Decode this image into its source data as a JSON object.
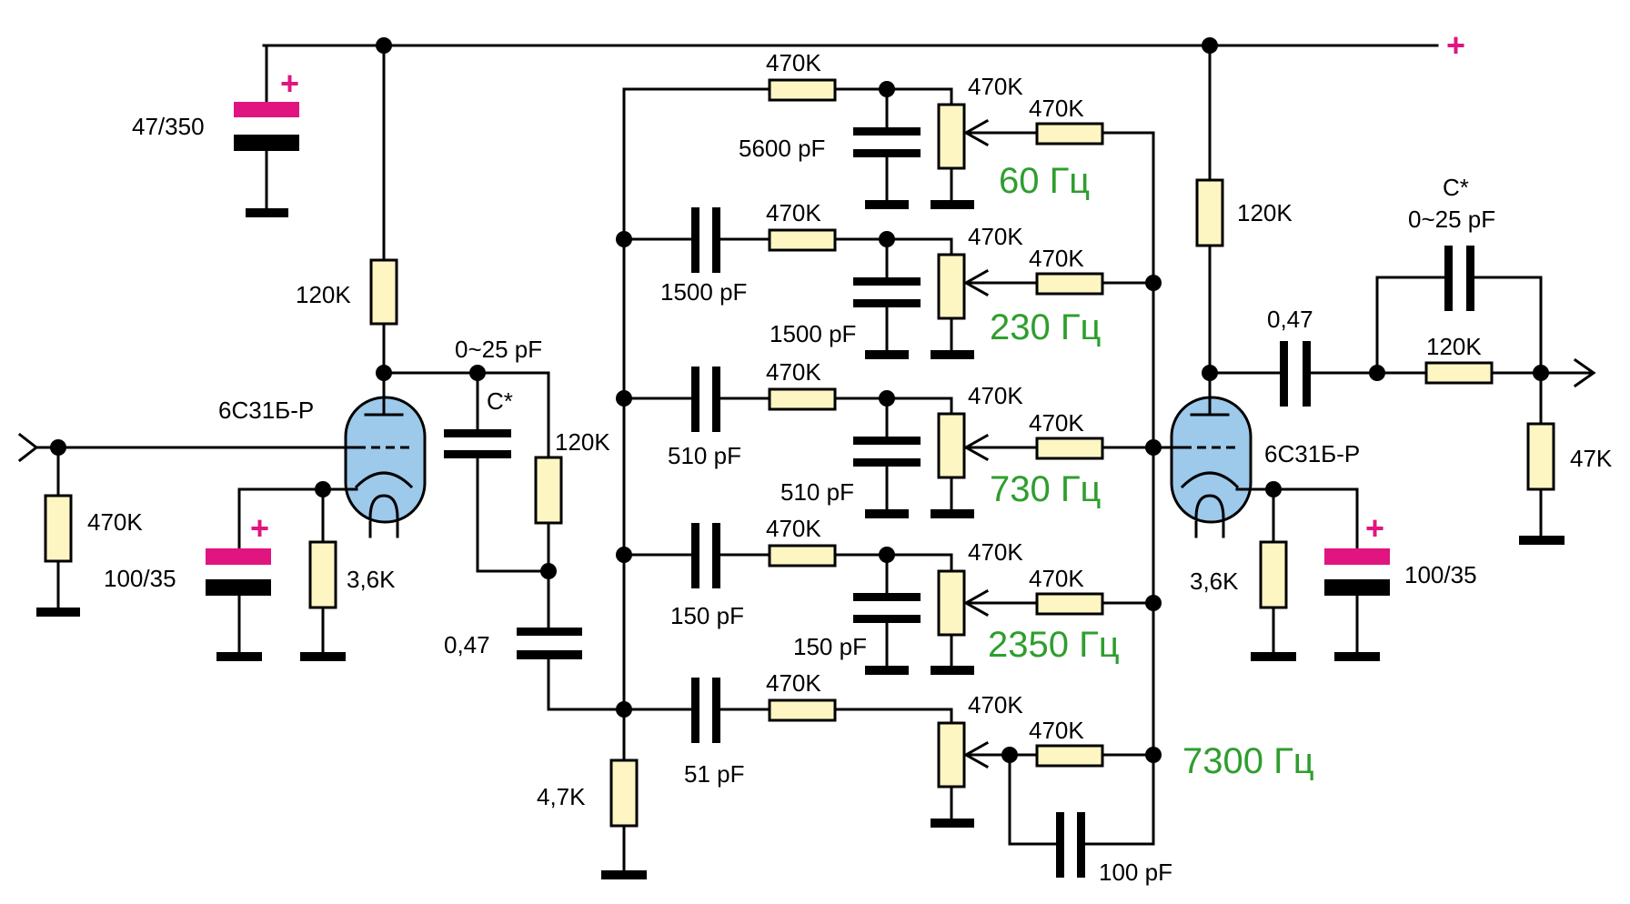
{
  "colors": {
    "wire": "#000000",
    "resistor_fill": "#fdf6c3",
    "tube_fill": "#9dc9ea",
    "electrolytic_plus": "#e0157f",
    "frequency_label": "#2e9e2e"
  },
  "supply": {
    "plus_sign": "+"
  },
  "left_stage": {
    "supply_cap": "47/350",
    "cap_plus": "+",
    "anode_resistor": "120K",
    "tube": "6С31Б-Р",
    "input_resistor": "470K",
    "cathode_cap": "100/35",
    "cathode_cap_plus": "+",
    "cathode_resistor": "3,6K",
    "trim_cap_range": "0~25 pF",
    "trim_cap_name": "C*",
    "divider_resistor": "120K",
    "coupling_cap": "0,47",
    "bus_resistor": "4,7K"
  },
  "bands": [
    {
      "series_cap": "",
      "series_resistor": "470K",
      "shunt_cap": "5600 pF",
      "pot": "470K",
      "feedback_resistor": "470K",
      "frequency": "60 Гц"
    },
    {
      "series_cap": "1500 pF",
      "series_resistor": "470K",
      "shunt_cap": "1500 pF",
      "pot": "470K",
      "feedback_resistor": "470K",
      "frequency": "230 Гц"
    },
    {
      "series_cap": "510 pF",
      "series_resistor": "470K",
      "shunt_cap": "510 pF",
      "pot": "470K",
      "feedback_resistor": "470K",
      "frequency": "730 Гц"
    },
    {
      "series_cap": "150 pF",
      "series_resistor": "470K",
      "shunt_cap": "150 pF",
      "pot": "470K",
      "feedback_resistor": "470K",
      "frequency": "2350 Гц"
    },
    {
      "series_cap": "51 pF",
      "series_resistor": "470K",
      "shunt_cap": "100 pF",
      "pot": "470K",
      "feedback_resistor": "470K",
      "frequency": "7300 Гц"
    }
  ],
  "right_stage": {
    "anode_resistor": "120K",
    "tube": "6С31Б-Р",
    "cathode_resistor": "3,6K",
    "cathode_cap": "100/35",
    "cathode_cap_plus": "+",
    "coupling_cap": "0,47",
    "feedback_cap_name": "C*",
    "feedback_cap_range": "0~25 pF",
    "feedback_resistor": "120K",
    "output_resistor": "47K"
  }
}
